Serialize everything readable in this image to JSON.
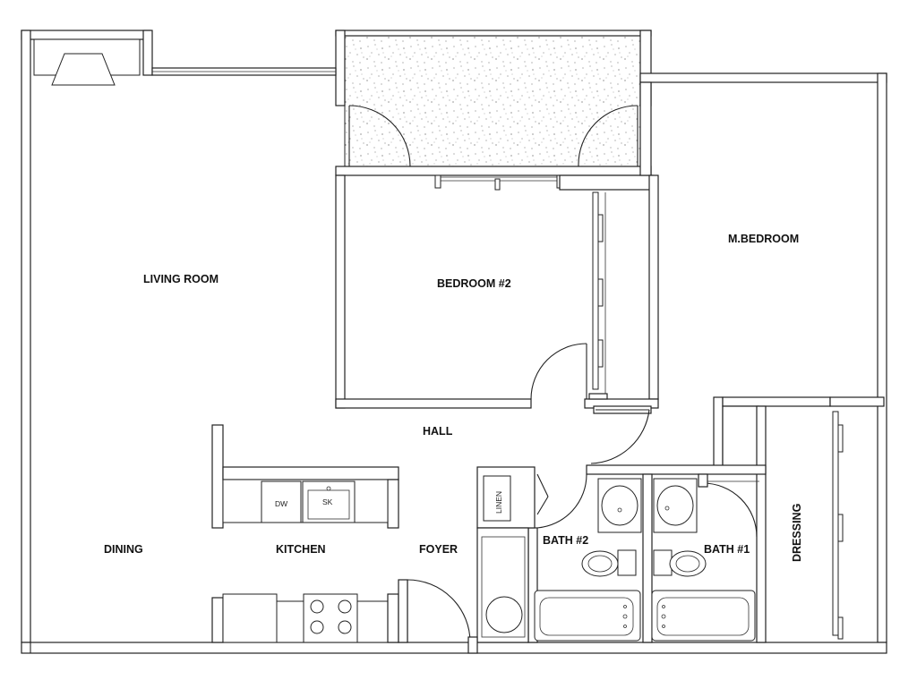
{
  "rooms": {
    "living_room": "LIVING ROOM",
    "bedroom2": "BEDROOM #2",
    "master_bedroom": "M.BEDROOM",
    "hall": "HALL",
    "dining": "DINING",
    "kitchen": "KITCHEN",
    "foyer": "FOYER",
    "bath2": "BATH #2",
    "bath1": "BATH #1",
    "dressing": "DRESSING"
  },
  "fixtures": {
    "dishwasher": "DW",
    "sink": "SK",
    "linen": "LINEN"
  }
}
